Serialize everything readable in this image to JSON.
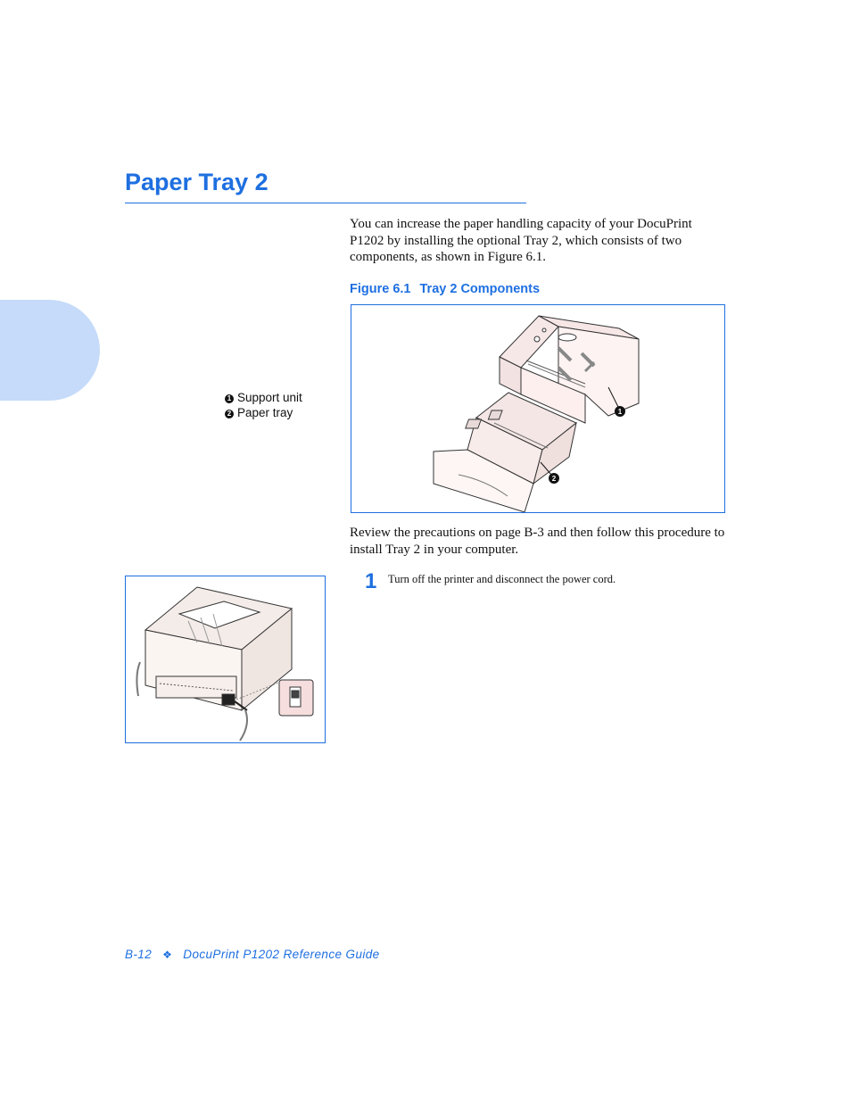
{
  "page": {
    "title": "Paper Tray 2",
    "accent_color": "#1e6fe0",
    "tab_color": "#c6dbfa"
  },
  "intro_text": "You can increase the paper handling capacity of your DocuPrint P1202 by installing the optional Tray 2, which consists of two components, as shown in Figure 6.1.",
  "figure": {
    "number": "Figure 6.1",
    "title": "Tray 2 Components",
    "callouts": [
      "1",
      "2"
    ]
  },
  "legend": [
    {
      "num": "1",
      "label": "Support unit"
    },
    {
      "num": "2",
      "label": "Paper tray"
    }
  ],
  "review_text": "Review the precautions on page B-3 and then follow this procedure to install Tray 2 in your computer.",
  "step": {
    "number": "1",
    "text": "Turn off the printer and disconnect the power cord."
  },
  "footer": {
    "page_number": "B-12",
    "separator": "❖",
    "guide_title": "DocuPrint P1202 Reference Guide"
  }
}
